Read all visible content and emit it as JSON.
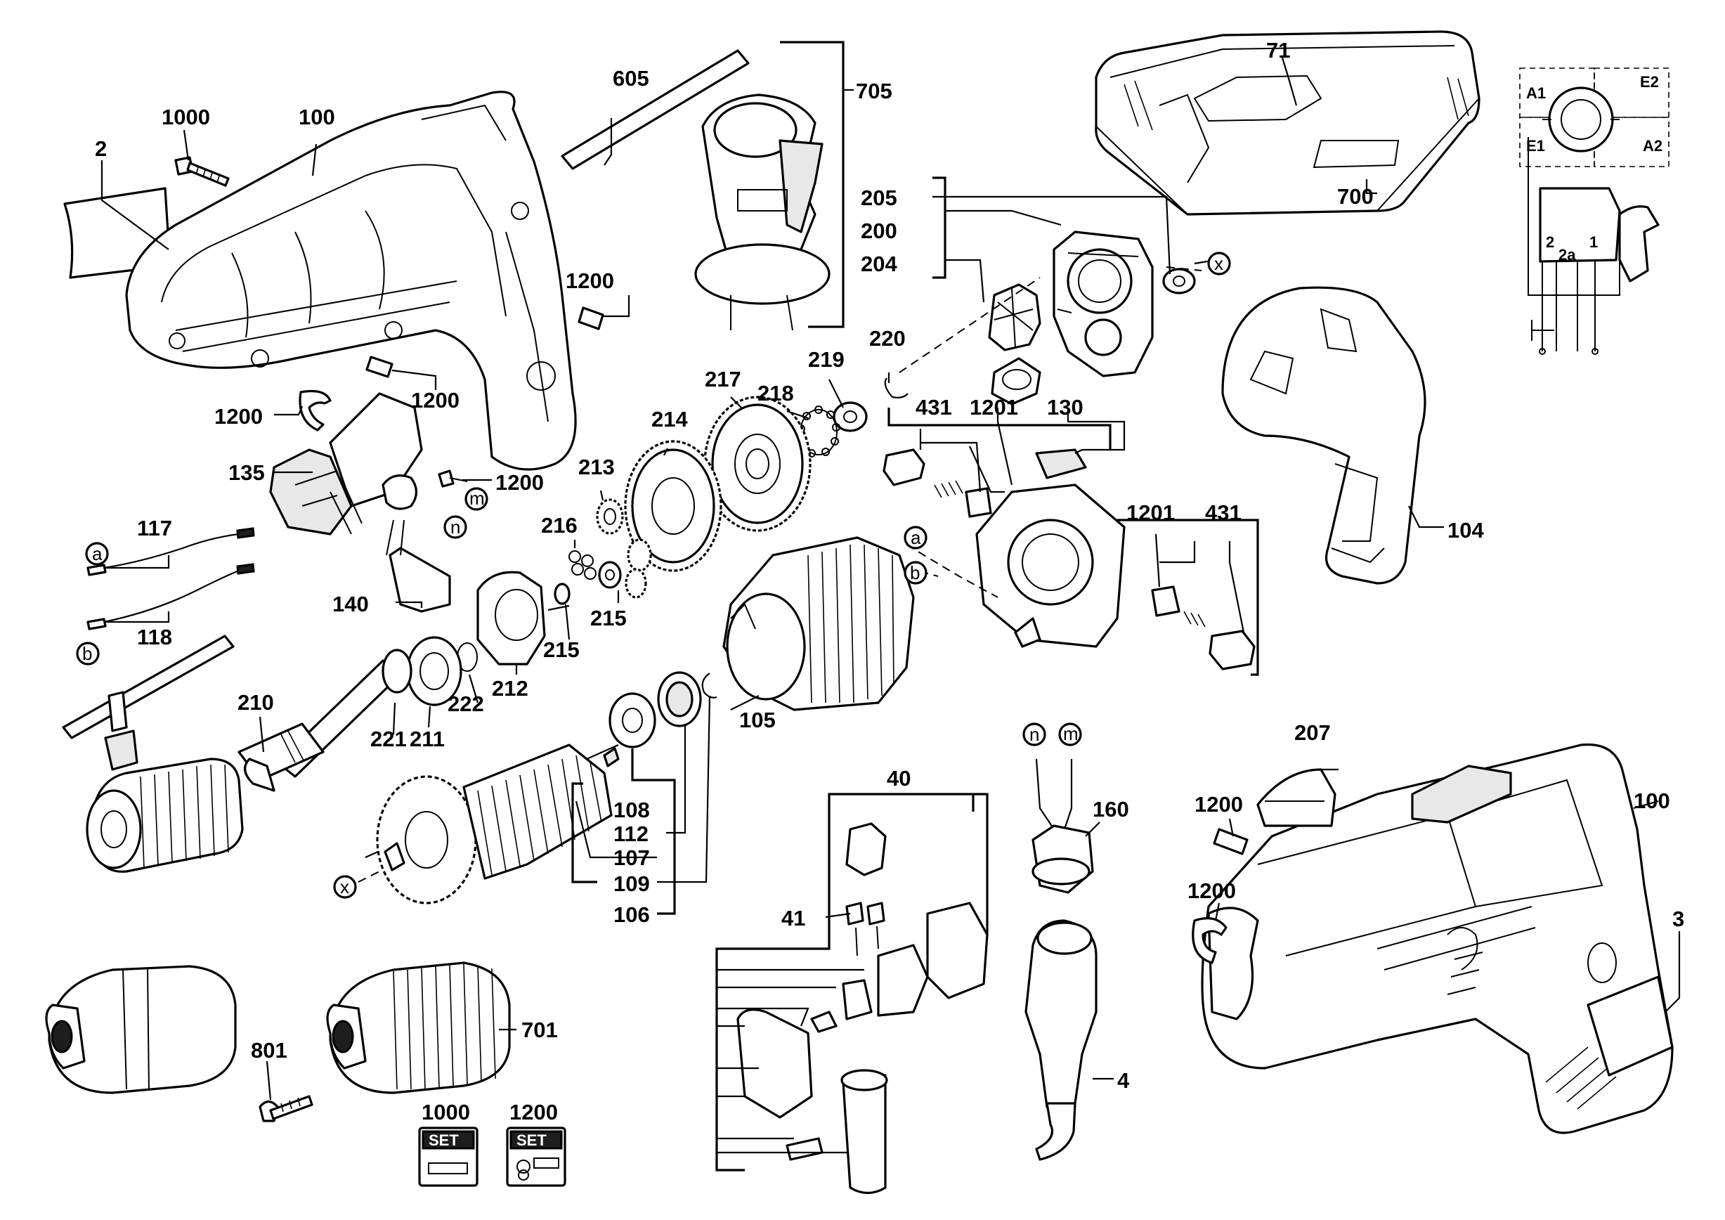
{
  "labels": {
    "l2": "2",
    "l1000a": "1000",
    "l100a": "100",
    "l1200a": "1200",
    "l1200b": "1200",
    "l1200c": "1200",
    "l1200d": "1200",
    "l135": "135",
    "l117": "117",
    "l118": "118",
    "l140": "140",
    "l605": "605",
    "l705": "705",
    "l71": "71",
    "l700": "700",
    "l205": "205",
    "l200": "200",
    "l204": "204",
    "l220": "220",
    "l219": "219",
    "l218": "218",
    "l217": "217",
    "l214": "214",
    "l213": "213",
    "l216": "216",
    "l215a": "215",
    "l215b": "215",
    "l212": "212",
    "l222": "222",
    "l211": "211",
    "l221": "221",
    "l210": "210",
    "l431a": "431",
    "l1201a": "1201",
    "l130": "130",
    "l1201b": "1201",
    "l431b": "431",
    "l104": "104",
    "l105": "105",
    "l108": "108",
    "l112": "112",
    "l107": "107",
    "l109": "109",
    "l106": "106",
    "l40": "40",
    "l41": "41",
    "l160": "160",
    "l4": "4",
    "l207": "207",
    "l1200e": "1200",
    "l100b": "100",
    "l1200f": "1200",
    "l3": "3",
    "l801": "801",
    "l701": "701",
    "l1000b": "1000",
    "l1200g": "1200"
  },
  "connectors": {
    "a1": "a",
    "b1": "b",
    "a2": "a",
    "b2": "b",
    "m1": "m",
    "n1": "n",
    "n2": "n",
    "m2": "m",
    "x1": "x",
    "x2": "x"
  },
  "sets": {
    "set1": "SET",
    "set2": "SET"
  },
  "circuit": {
    "a1": "A1",
    "e2": "E2",
    "e1": "E1",
    "a2": "A2",
    "t2": "2",
    "t2a": "2a",
    "t1": "1"
  }
}
